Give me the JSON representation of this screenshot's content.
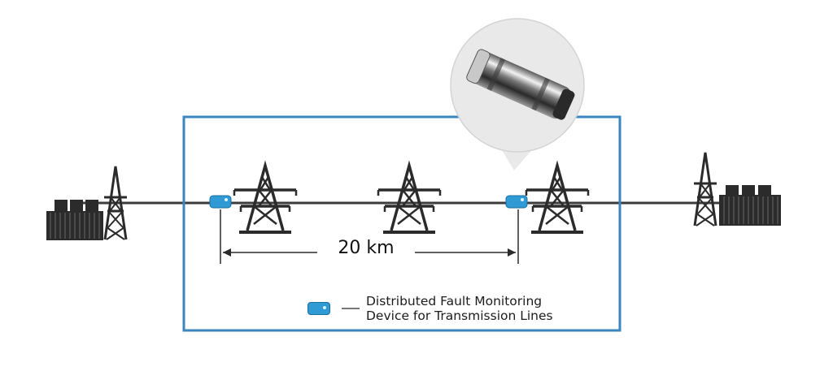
{
  "diagram": {
    "distance_label": "20 km",
    "legend": {
      "line1": "Distributed Fault Monitoring",
      "line2": "Device for Transmission Lines"
    }
  },
  "colors": {
    "frame": "#3a86c0",
    "device": "#2f9ad3",
    "line": "#3c3c3c",
    "building": "#2b2b2b"
  },
  "icons": [
    "substation-icon",
    "tower-icon",
    "monitoring-device-icon",
    "device-zoom-icon"
  ]
}
